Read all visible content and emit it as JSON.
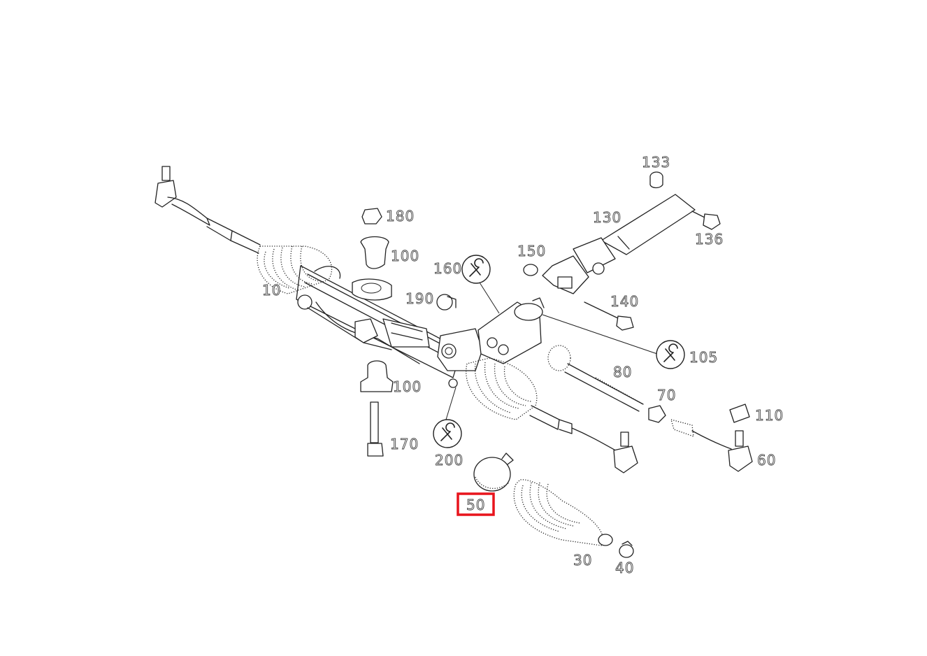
{
  "diagram": {
    "highlight_color": "#e8141c",
    "highlighted_part": "50",
    "labels": {
      "p10": "10",
      "p30": "30",
      "p40": "40",
      "p50": "50",
      "p60": "60",
      "p70": "70",
      "p80": "80",
      "p100a": "100",
      "p100b": "100",
      "p105": "105",
      "p110": "110",
      "p130": "130",
      "p133": "133",
      "p136": "136",
      "p140": "140",
      "p150": "150",
      "p160": "160",
      "p170": "170",
      "p180": "180",
      "p190": "190",
      "p200": "200"
    },
    "icons": [
      "wrench-icon",
      "wrench-icon",
      "wrench-icon"
    ]
  }
}
